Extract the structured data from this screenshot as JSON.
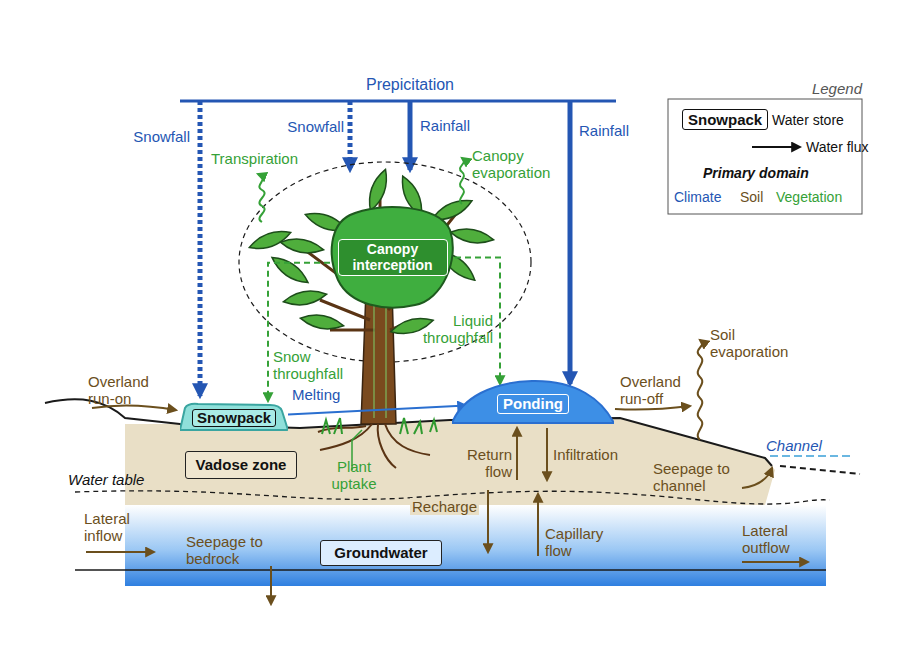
{
  "diagram": {
    "nodes": [
      {
        "text": [
          "Canopy interception"
        ]
      },
      {
        "text": [
          "Snowpack"
        ]
      },
      {
        "text": [
          "Ponding"
        ]
      },
      {
        "text": [
          "Vadose zone"
        ]
      },
      {
        "text": [
          "Groundwater"
        ]
      }
    ],
    "edges": [
      {
        "from": 0,
        "to": 1,
        "arrow": "to",
        "label": "Snow throughfall"
      },
      {
        "from": 0,
        "to": 2,
        "arrow": "to",
        "label": "Liquid throughfall"
      },
      {
        "from": 1,
        "to": 2,
        "arrow": "to",
        "label": "Melting"
      }
    ],
    "labels": [
      "Prepicitation",
      "Snowfall",
      "Snowfall",
      "Rainfall",
      "Rainfall",
      "Transpiration",
      "Canopy evaporation",
      "Overland run-on",
      "Overland run-off",
      "Soil evaporation",
      "Channel",
      "Plant uptake",
      "Water table",
      "Seepage to channel",
      "Lateral inflow",
      "Seepage to bedrock",
      "Lateral outflow",
      "Return flow",
      "Infiltration",
      "Recharge",
      "Capillary flow",
      "Legend",
      "Snowpack",
      "Primary domain"
    ],
    "legend": [
      {
        "text": "Water store"
      },
      {
        "text": "Water flux"
      },
      {
        "text": "Climate",
        "color": "#2456b3"
      },
      {
        "text": "Soil",
        "color": "#6b4f1d"
      },
      {
        "text": "Vegetation",
        "color": "#35a137"
      }
    ]
  }
}
